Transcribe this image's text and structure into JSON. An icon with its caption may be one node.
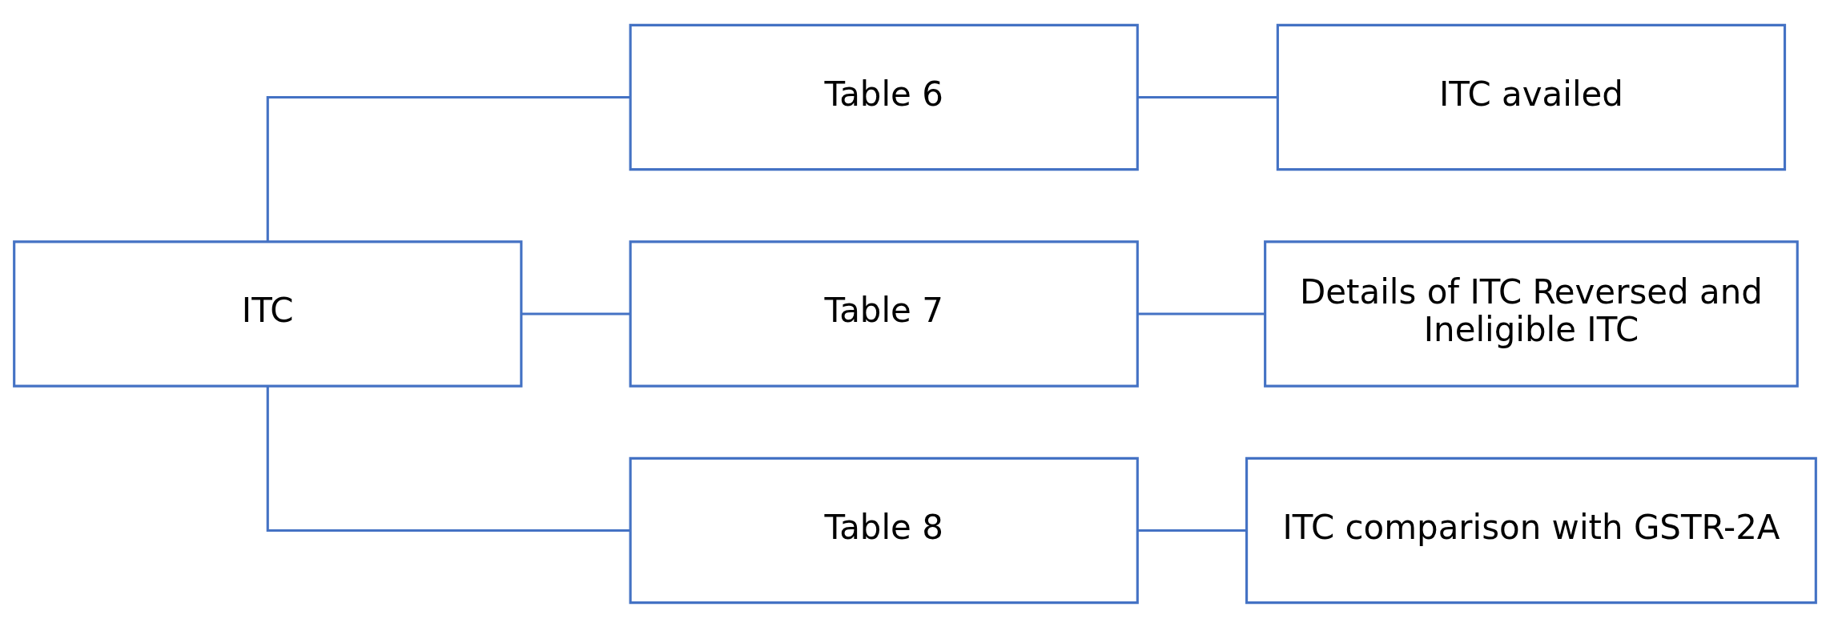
{
  "diagram": {
    "nodes": [
      {
        "text": [
          "ITC"
        ]
      },
      {
        "text": [
          "Table 6"
        ]
      },
      {
        "text": [
          "Table 7"
        ]
      },
      {
        "text": [
          "Table 8"
        ]
      },
      {
        "text": [
          "ITC availed"
        ]
      },
      {
        "text": [
          "Details of ITC Reversed and Ineligible ITC"
        ]
      },
      {
        "text": [
          "ITC comparison with GSTR-2A"
        ]
      }
    ],
    "edges": [
      {
        "from": 0,
        "to": 1,
        "arrow": "none"
      },
      {
        "from": 0,
        "to": 2,
        "arrow": "none"
      },
      {
        "from": 0,
        "to": 3,
        "arrow": "none"
      },
      {
        "from": 1,
        "to": 4,
        "arrow": "none"
      },
      {
        "from": 2,
        "to": 5,
        "arrow": "none"
      },
      {
        "from": 3,
        "to": 6,
        "arrow": "none"
      }
    ]
  }
}
